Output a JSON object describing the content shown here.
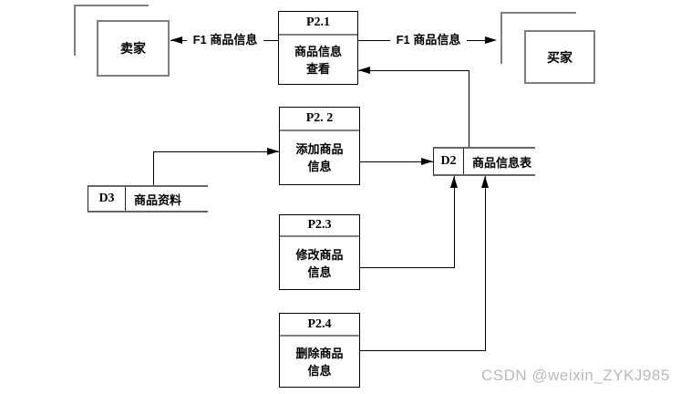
{
  "diagram": {
    "entities": {
      "seller": {
        "label": "卖家"
      },
      "buyer": {
        "label": "买家"
      }
    },
    "processes": {
      "p21": {
        "id": "P2.1",
        "lines": [
          "商品信息",
          "查看"
        ]
      },
      "p22": {
        "id": "P2. 2",
        "lines": [
          "添加商品",
          "信息"
        ]
      },
      "p23": {
        "id": "P2.3",
        "lines": [
          "修改商品",
          "信息"
        ]
      },
      "p24": {
        "id": "P2.4",
        "lines": [
          "删除商品",
          "信息"
        ]
      }
    },
    "datastores": {
      "d2": {
        "id": "D2",
        "label": "商品信息表"
      },
      "d3": {
        "id": "D3",
        "label": "商品资料"
      }
    },
    "flows": {
      "f1_to_seller": "F1 商品信息",
      "f1_to_buyer": "F1 商品信息"
    },
    "colors": {
      "background": "#ffffff",
      "flow_line": "#000000",
      "process_border": "#000000",
      "process_divider": "#808080",
      "entity_border": "#7f7f7f",
      "store_border": "#666666",
      "watermark": "#b9b9b9"
    },
    "watermark": "CSDN @weixin_ZYKJ985"
  }
}
